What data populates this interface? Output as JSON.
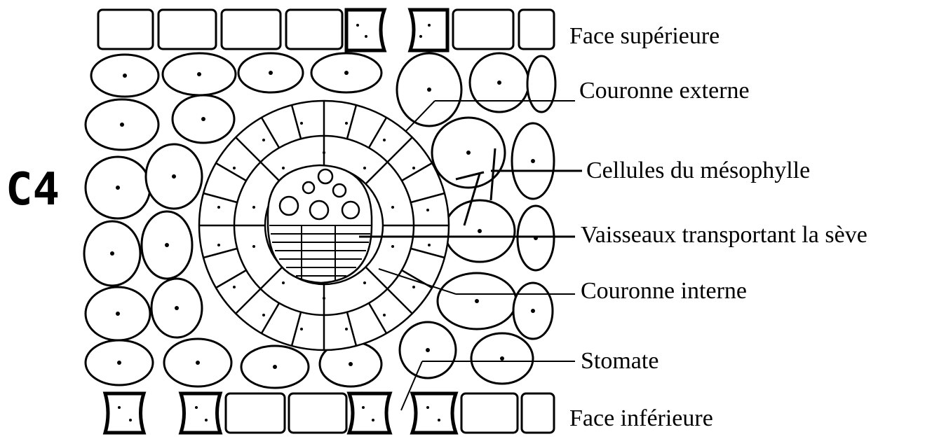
{
  "diagram": {
    "title": "C4",
    "labels": {
      "face_superieure": "Face supérieure",
      "couronne_externe": "Couronne externe",
      "cellules_mesophylle": "Cellules du mésophylle",
      "vaisseaux": "Vaisseaux transportant la sève",
      "couronne_interne": "Couronne interne",
      "stomate": "Stomate",
      "face_inferieure": "Face inférieure"
    }
  }
}
